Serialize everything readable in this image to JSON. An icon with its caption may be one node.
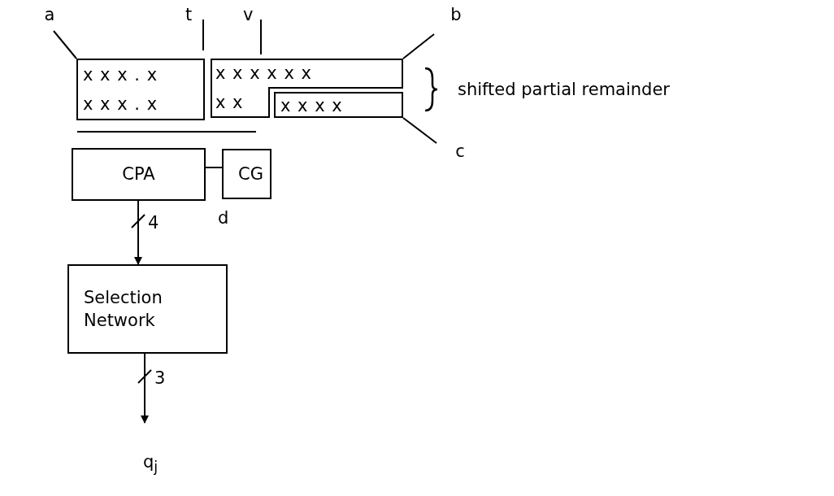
{
  "diagram": {
    "nodes": [
      {
        "text": [
          "x x x . x",
          "x x x . x"
        ]
      },
      {
        "text": [
          "x x x x x x",
          "x x"
        ]
      },
      {
        "text": [
          "x x x x"
        ]
      },
      {
        "text": [
          "CPA"
        ]
      },
      {
        "text": [
          "CG"
        ]
      },
      {
        "text": [
          "Selection Network"
        ]
      },
      {
        "text": [
          "q$_{j}$"
        ]
      },
      {
        "text": [
          "a"
        ]
      },
      {
        "text": [
          "b"
        ]
      },
      {
        "text": [
          "c"
        ]
      }
    ],
    "edges": [
      {
        "from": 3,
        "to": 4,
        "arrow": "none"
      },
      {
        "from": 3,
        "to": 5,
        "arrow": "to",
        "label": "4"
      },
      {
        "from": 5,
        "to": 6,
        "arrow": "to",
        "label": "3"
      },
      {
        "from": 7,
        "to": 0,
        "arrow": "none"
      },
      {
        "from": 8,
        "to": 1,
        "arrow": "none"
      },
      {
        "from": 9,
        "to": 2,
        "arrow": "none"
      }
    ],
    "labels": [
      "t",
      "v",
      "d",
      "shifted partial remainder"
    ]
  }
}
